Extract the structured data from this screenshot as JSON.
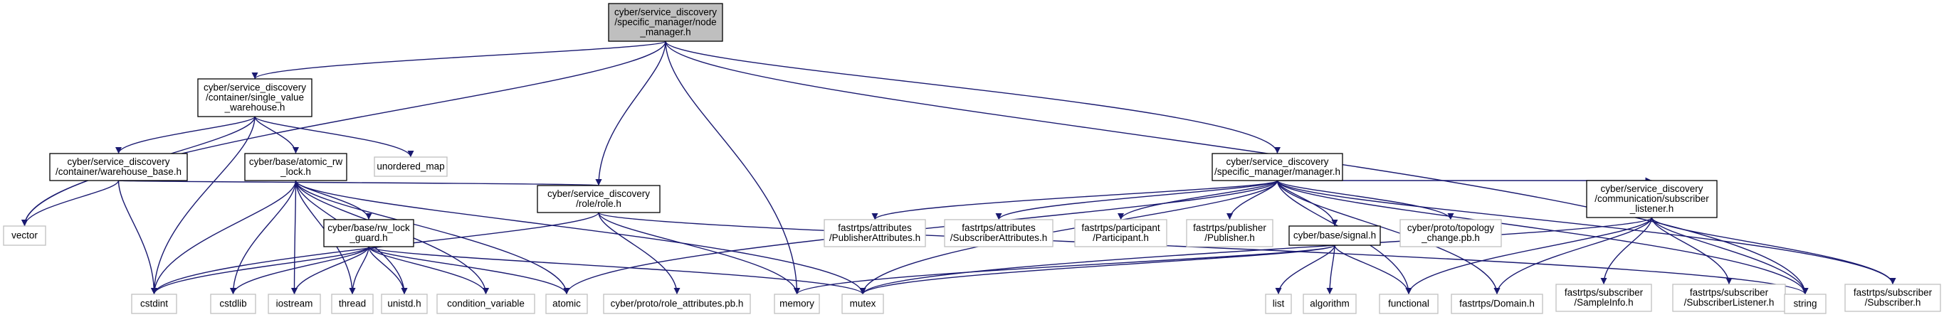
{
  "graph": {
    "colors": {
      "root_fill": "#bfbfbf",
      "box_fill": "#ffffff",
      "box_border": "#000000",
      "external_border": "#bfbfbf",
      "edge": "#191970",
      "text": "#000000"
    },
    "nodes": [
      {
        "id": "node_manager",
        "kind": "root",
        "lines": [
          "cyber/service_discovery",
          "/specific_manager/node",
          "_manager.h"
        ]
      },
      {
        "id": "single_value_warehouse",
        "kind": "header",
        "lines": [
          "cyber/service_discovery",
          "/container/single_value",
          "_warehouse.h"
        ]
      },
      {
        "id": "manager",
        "kind": "header",
        "lines": [
          "cyber/service_discovery",
          "/specific_manager/manager.h"
        ]
      },
      {
        "id": "warehouse_base",
        "kind": "header",
        "lines": [
          "cyber/service_discovery",
          "/container/warehouse_base.h"
        ]
      },
      {
        "id": "atomic_rw_lock",
        "kind": "header",
        "lines": [
          "cyber/base/atomic_rw",
          "_lock.h"
        ]
      },
      {
        "id": "unordered_map",
        "kind": "external",
        "lines": [
          "unordered_map"
        ]
      },
      {
        "id": "role",
        "kind": "header",
        "lines": [
          "cyber/service_discovery",
          "/role/role.h"
        ]
      },
      {
        "id": "rw_lock_guard",
        "kind": "header",
        "lines": [
          "cyber/base/rw_lock",
          "_guard.h"
        ]
      },
      {
        "id": "vector",
        "kind": "external",
        "lines": [
          "vector"
        ]
      },
      {
        "id": "cstdint",
        "kind": "external",
        "lines": [
          "cstdint"
        ]
      },
      {
        "id": "cstdlib",
        "kind": "external",
        "lines": [
          "cstdlib"
        ]
      },
      {
        "id": "iostream",
        "kind": "external",
        "lines": [
          "iostream"
        ]
      },
      {
        "id": "thread",
        "kind": "external",
        "lines": [
          "thread"
        ]
      },
      {
        "id": "unistd",
        "kind": "external",
        "lines": [
          "unistd.h"
        ]
      },
      {
        "id": "condition_variable",
        "kind": "external",
        "lines": [
          "condition_variable"
        ]
      },
      {
        "id": "atomic",
        "kind": "external",
        "lines": [
          "atomic"
        ]
      },
      {
        "id": "role_attributes_pb",
        "kind": "external",
        "lines": [
          "cyber/proto/role_attributes.pb.h"
        ]
      },
      {
        "id": "memory",
        "kind": "external",
        "lines": [
          "memory"
        ]
      },
      {
        "id": "mutex",
        "kind": "external",
        "lines": [
          "mutex"
        ]
      },
      {
        "id": "publisher_attributes",
        "kind": "external",
        "lines": [
          "fastrtps/attributes",
          "/PublisherAttributes.h"
        ]
      },
      {
        "id": "subscriber_attributes",
        "kind": "external",
        "lines": [
          "fastrtps/attributes",
          "/SubscriberAttributes.h"
        ]
      },
      {
        "id": "participant",
        "kind": "external",
        "lines": [
          "fastrtps/participant",
          "/Participant.h"
        ]
      },
      {
        "id": "publisher",
        "kind": "external",
        "lines": [
          "fastrtps/publisher",
          "/Publisher.h"
        ]
      },
      {
        "id": "signal",
        "kind": "header",
        "lines": [
          "cyber/base/signal.h"
        ]
      },
      {
        "id": "topology_change_pb",
        "kind": "external",
        "lines": [
          "cyber/proto/topology",
          "_change.pb.h"
        ]
      },
      {
        "id": "subscriber_listener",
        "kind": "header",
        "lines": [
          "cyber/service_discovery",
          "/communication/subscriber",
          "_listener.h"
        ]
      },
      {
        "id": "list",
        "kind": "external",
        "lines": [
          "list"
        ]
      },
      {
        "id": "algorithm",
        "kind": "external",
        "lines": [
          "algorithm"
        ]
      },
      {
        "id": "functional",
        "kind": "external",
        "lines": [
          "functional"
        ]
      },
      {
        "id": "domain",
        "kind": "external",
        "lines": [
          "fastrtps/Domain.h"
        ]
      },
      {
        "id": "sample_info",
        "kind": "external",
        "lines": [
          "fastrtps/subscriber",
          "/SampleInfo.h"
        ]
      },
      {
        "id": "subscriber_listener_ext",
        "kind": "external",
        "lines": [
          "fastrtps/subscriber",
          "/SubscriberListener.h"
        ]
      },
      {
        "id": "string",
        "kind": "external",
        "lines": [
          "string"
        ]
      },
      {
        "id": "subscriber_ext",
        "kind": "external",
        "lines": [
          "fastrtps/subscriber",
          "/Subscriber.h"
        ]
      }
    ],
    "edges": [
      [
        "node_manager",
        "single_value_warehouse"
      ],
      [
        "node_manager",
        "vector"
      ],
      [
        "node_manager",
        "role"
      ],
      [
        "node_manager",
        "memory"
      ],
      [
        "node_manager",
        "manager"
      ],
      [
        "node_manager",
        "string"
      ],
      [
        "single_value_warehouse",
        "warehouse_base"
      ],
      [
        "single_value_warehouse",
        "atomic_rw_lock"
      ],
      [
        "single_value_warehouse",
        "unordered_map"
      ],
      [
        "single_value_warehouse",
        "vector"
      ],
      [
        "single_value_warehouse",
        "cstdint"
      ],
      [
        "warehouse_base",
        "vector"
      ],
      [
        "warehouse_base",
        "cstdint"
      ],
      [
        "warehouse_base",
        "role"
      ],
      [
        "atomic_rw_lock",
        "rw_lock_guard"
      ],
      [
        "atomic_rw_lock",
        "cstdint"
      ],
      [
        "atomic_rw_lock",
        "cstdlib"
      ],
      [
        "atomic_rw_lock",
        "iostream"
      ],
      [
        "atomic_rw_lock",
        "thread"
      ],
      [
        "atomic_rw_lock",
        "unistd"
      ],
      [
        "atomic_rw_lock",
        "condition_variable"
      ],
      [
        "atomic_rw_lock",
        "atomic"
      ],
      [
        "atomic_rw_lock",
        "mutex"
      ],
      [
        "rw_lock_guard",
        "cstdint"
      ],
      [
        "rw_lock_guard",
        "cstdlib"
      ],
      [
        "rw_lock_guard",
        "iostream"
      ],
      [
        "rw_lock_guard",
        "thread"
      ],
      [
        "rw_lock_guard",
        "unistd"
      ],
      [
        "rw_lock_guard",
        "condition_variable"
      ],
      [
        "rw_lock_guard",
        "atomic"
      ],
      [
        "rw_lock_guard",
        "mutex"
      ],
      [
        "role",
        "cstdint"
      ],
      [
        "role",
        "role_attributes_pb"
      ],
      [
        "role",
        "memory"
      ],
      [
        "role",
        "string"
      ],
      [
        "manager",
        "atomic"
      ],
      [
        "manager",
        "mutex"
      ],
      [
        "manager",
        "publisher_attributes"
      ],
      [
        "manager",
        "subscriber_attributes"
      ],
      [
        "manager",
        "participant"
      ],
      [
        "manager",
        "publisher"
      ],
      [
        "manager",
        "signal"
      ],
      [
        "manager",
        "topology_change_pb"
      ],
      [
        "manager",
        "subscriber_listener"
      ],
      [
        "manager",
        "functional"
      ],
      [
        "manager",
        "domain"
      ],
      [
        "manager",
        "string"
      ],
      [
        "manager",
        "subscriber_ext"
      ],
      [
        "signal",
        "memory"
      ],
      [
        "signal",
        "mutex"
      ],
      [
        "signal",
        "list"
      ],
      [
        "signal",
        "algorithm"
      ],
      [
        "signal",
        "functional"
      ],
      [
        "subscriber_listener",
        "mutex"
      ],
      [
        "subscriber_listener",
        "functional"
      ],
      [
        "subscriber_listener",
        "domain"
      ],
      [
        "subscriber_listener",
        "sample_info"
      ],
      [
        "subscriber_listener",
        "subscriber_listener_ext"
      ],
      [
        "subscriber_listener",
        "string"
      ],
      [
        "subscriber_listener",
        "subscriber_ext"
      ]
    ]
  }
}
